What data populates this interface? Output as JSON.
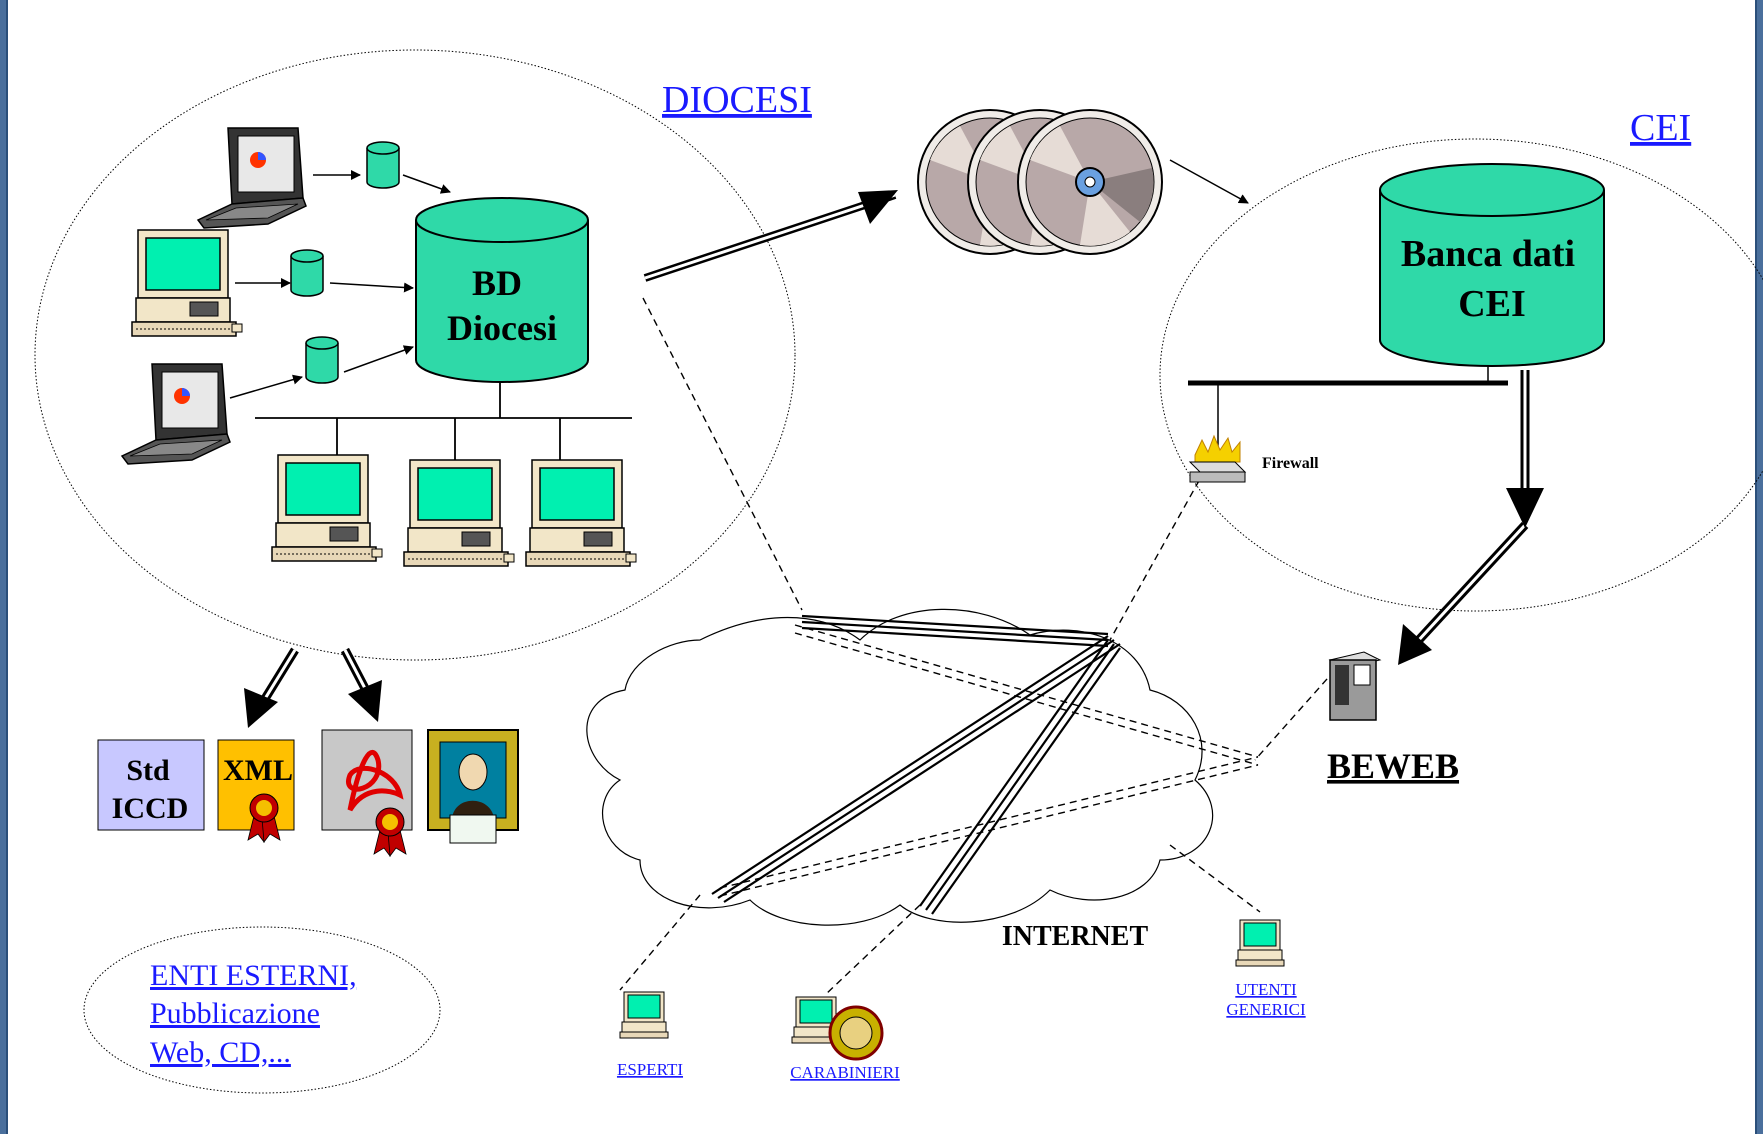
{
  "labels": {
    "diocesi": "DIOCESI",
    "cei": "CEI",
    "bd_line1": "BD",
    "bd_line2": "Diocesi",
    "banca_line1": "Banca dati",
    "banca_line2": "CEI",
    "firewall": "Firewall",
    "beweb": "BEWEB",
    "internet": "INTERNET",
    "std_line1": "Std",
    "std_line2": "ICCD",
    "xml": "XML",
    "enti_line1": "ENTI ESTERNI,",
    "enti_line2": "Pubblicazione",
    "enti_line3": "Web, CD,...",
    "esperti": "ESPERTI",
    "carabinieri": "CARABINIERI",
    "utenti_line1": "UTENTI",
    "utenti_line2": "GENERICI"
  },
  "colors": {
    "db_fill": "#2fd9a8",
    "screen": "#00f0b0",
    "link": "#1a1aff",
    "std_box": "#c8c8ff",
    "xml_box": "#ffc000",
    "frame": "#4a6f9c"
  },
  "icons": {
    "laptop": "laptop-icon",
    "desktop": "desktop-computer-icon",
    "database": "database-cylinder-icon",
    "cd": "compact-disc-icon",
    "firewall": "firewall-icon",
    "server": "server-tower-icon",
    "pdf": "pdf-acrobat-icon",
    "painting": "framed-picture-icon",
    "seal": "award-seal-icon"
  }
}
